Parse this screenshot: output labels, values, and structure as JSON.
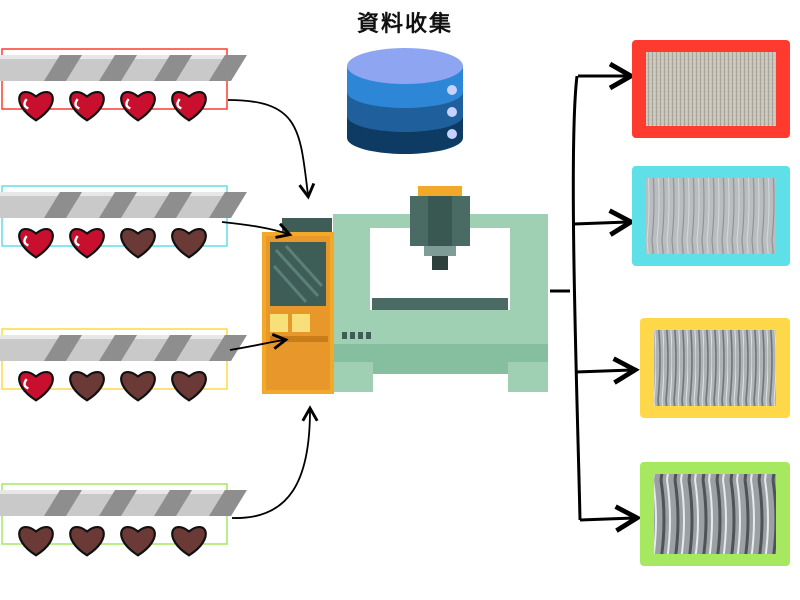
{
  "title": "資料收集",
  "colors": {
    "red": "#ff3b30",
    "cyan": "#5fe0e8",
    "yellow": "#ffd84a",
    "green": "#a6e860",
    "heart_full": "#c8102e",
    "heart_empty": "#6b3a36",
    "db_blue": "#2a6fc0",
    "machine_green": "#9fd0b3",
    "machine_orange": "#f2a92a"
  },
  "tools": [
    {
      "border": "red",
      "hearts_full": 4,
      "hearts_total": 4
    },
    {
      "border": "cyan",
      "hearts_full": 2,
      "hearts_total": 4
    },
    {
      "border": "yellow",
      "hearts_full": 1,
      "hearts_total": 4
    },
    {
      "border": "green",
      "hearts_full": 0,
      "hearts_total": 4
    }
  ],
  "surfaces": [
    {
      "border": "red",
      "texture": "fine"
    },
    {
      "border": "cyan",
      "texture": "light-grooves"
    },
    {
      "border": "yellow",
      "texture": "grooves"
    },
    {
      "border": "green",
      "texture": "heavy-grooves"
    }
  ],
  "icons": [
    "database-icon",
    "cnc-machine-icon",
    "heart-icon",
    "tool-bar-icon"
  ]
}
